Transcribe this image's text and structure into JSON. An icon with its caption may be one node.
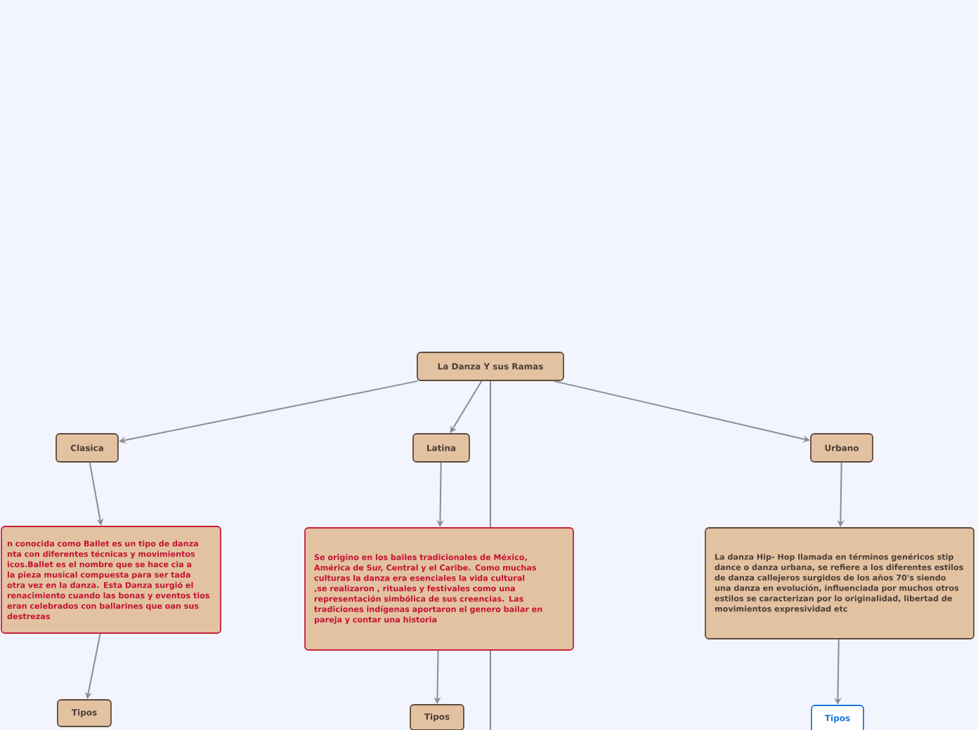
{
  "diagram": {
    "nodes": [
      {
        "text": [
          "La Danza Y sus Ramas"
        ]
      },
      {
        "text": [
          "Clasica"
        ]
      },
      {
        "text": [
          "Latina"
        ]
      },
      {
        "text": [
          "Urbano"
        ]
      },
      {
        "text": [
          "n conocida como Ballet es un tipo de danza nta con diferentes técnicas y movimientos icos.Ballet es el nombre que se hace cia a la pieza musical compuesta para ser tada otra vez en la danza. Esta Danza surgió el renacimiento cuando las bonas y eventos tios eran celebrados con ballarines que oan sus destrezas"
        ]
      },
      {
        "text": [
          "Se origino en los bailes tradicionales de México, América de Sur, Central y el Caribe. Como muchas culturas la danza era esenciales la vida cultural ,se realizaron , rituales y festivales como una representación simbólica de sus creencias. Las tradiciones indígenas aportaron el genero  bailar en pareja y contar una historia"
        ]
      },
      {
        "text": [
          "La danza Hip- Hop llamada en términos genéricos stip dance o danza urbana, se refiere a los diferentes estilos de danza callejeros surgidos de los años 70's siendo una danza en evolución, influenciada por muchos otros   estilos se caracterizan por lo originalidad, libertad de movimientos expresividad etc"
        ]
      },
      {
        "text": [
          "Tipos"
        ]
      },
      {
        "text": [
          "Tipos"
        ]
      },
      {
        "text": [
          "Tipos"
        ]
      }
    ],
    "edges": [
      {
        "from": 0,
        "to": 1,
        "arrow": "to"
      },
      {
        "from": 0,
        "to": 2,
        "arrow": "to"
      },
      {
        "from": 0,
        "to": 3,
        "arrow": "to"
      },
      {
        "from": 0,
        "to": null,
        "arrow": "none"
      },
      {
        "from": 1,
        "to": 4,
        "arrow": "to"
      },
      {
        "from": 2,
        "to": 5,
        "arrow": "to"
      },
      {
        "from": 3,
        "to": 6,
        "arrow": "to"
      },
      {
        "from": 4,
        "to": 7,
        "arrow": "to"
      },
      {
        "from": 5,
        "to": 8,
        "arrow": "to"
      },
      {
        "from": 6,
        "to": 9,
        "arrow": "to"
      }
    ]
  }
}
